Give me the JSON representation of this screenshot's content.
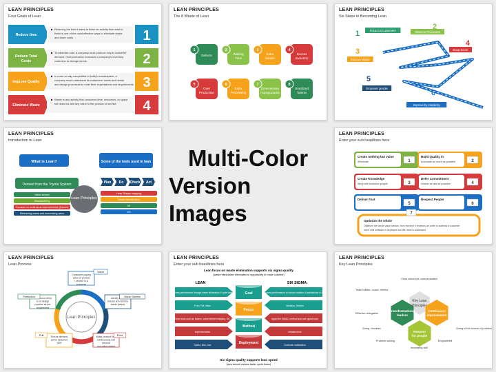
{
  "center": {
    "line1": "Multi-Color",
    "line2": "Version Images"
  },
  "slides": [
    {
      "title": "LEAN PRINCIPLES",
      "subtitle": "Four Goals of Lean",
      "rows": [
        {
          "label": "Reduce time",
          "num": "1",
          "color": "#1a92c4",
          "text1": "Reducing the time it takes to finish an activity from start to",
          "text2": "finish is one of the most effective ways to eliminate waste",
          "text3": "and lower costs."
        },
        {
          "label": "Reduce Total Costs",
          "num": "2",
          "color": "#7cb342",
          "text1": "To minimize cost, a company must produce only to customer",
          "text2": "demand. Overproduction increases a company's inventory",
          "text3": "costs due to storage needs."
        },
        {
          "label": "Improve Quality",
          "num": "3",
          "color": "#f7a21b",
          "text1": "In order to stay competitive in today's marketplace, a",
          "text2": "company must understand its customers' wants and needs",
          "text3": "and design processes to meet their expectations and requirements."
        },
        {
          "label": "Eliminate Waste",
          "num": "4",
          "color": "#d63a3a",
          "text1": "Waste is any activity that consumes time, resources, or space",
          "text2": "but does not add any value to the product or service.",
          "text3": ""
        }
      ]
    },
    {
      "title": "LEAN PRINCIPLES",
      "subtitle": "The 8 Waste of Lean",
      "items": [
        {
          "num": "1",
          "label": "Defects",
          "color": "#2e8b57",
          "icon": "defect-icon"
        },
        {
          "num": "2",
          "label": "Waiting Time",
          "color": "#8bc34a",
          "icon": "clock-icon"
        },
        {
          "num": "3",
          "label": "Extra Motion",
          "color": "#f7a21b",
          "icon": "motion-icon"
        },
        {
          "num": "4",
          "label": "Excess Inventory",
          "color": "#d63a3a",
          "icon": "inventory-icon"
        },
        {
          "num": "5",
          "label": "Over Production",
          "color": "#d63a3a",
          "icon": "factory-icon"
        },
        {
          "num": "6",
          "label": "Extra Processing",
          "color": "#f7a21b",
          "icon": "process-icon"
        },
        {
          "num": "7",
          "label": "Unnecessary Transportation",
          "color": "#8bc34a",
          "icon": "truck-icon"
        },
        {
          "num": "8",
          "label": "Unutilized Talents",
          "color": "#2e8b57",
          "icon": "talent-icon"
        }
      ]
    },
    {
      "title": "LEAN PRINCIPLES",
      "subtitle": "Six Steps to Becoming Lean",
      "steps": [
        {
          "num": "1",
          "label": "Focus on customers",
          "color": "#2e9e6e"
        },
        {
          "num": "2",
          "label": "Observe Processes",
          "color": "#8bc34a"
        },
        {
          "num": "3",
          "label": "Remove Waste",
          "color": "#f7a21b"
        },
        {
          "num": "4",
          "label": "Keep Score",
          "color": "#d63a3a"
        },
        {
          "num": "5",
          "label": "Empower people",
          "color": "#1f4e79"
        },
        {
          "num": "6",
          "label": "Improve by simplicity",
          "color": "#1a6fc4"
        }
      ]
    },
    {
      "title": "LEAN PRINCIPLES",
      "subtitle": "Introduction to Lean",
      "what": "What is Lean?",
      "tools": "Some of the tools used in lean",
      "derived": "Derived from the Toyota System",
      "center": "Lean Principles",
      "left_items": [
        "Value stream",
        "Standardizing",
        "Focuses on continuous improvements (Kaizen)",
        "Minimizing waste and maximizing value"
      ],
      "pdca": [
        "Plan",
        "Do",
        "Check",
        "Act"
      ],
      "right_items": [
        "Lean Stream mapping",
        "Waste identification",
        "5S",
        "KS"
      ]
    },
    {
      "title": "LEAN PRINCIPLES",
      "subtitle": "Enter your sub headlines here",
      "boxes": [
        {
          "num": "1",
          "head": "Create nothing but value",
          "text": "/Eliminate",
          "color": "#7cb342"
        },
        {
          "num": "2",
          "head": "Build Quality in",
          "text": "Automate as much as possible",
          "color": "#f7a21b"
        },
        {
          "num": "3",
          "head": "Create Knowledge",
          "text": "Work with business people",
          "color": "#d63a3a"
        },
        {
          "num": "4",
          "head": "Defer Commitment",
          "text": "Decide as late as possible",
          "color": "#d63a3a"
        },
        {
          "num": "5",
          "head": "Deliver Fast",
          "text": "",
          "color": "#1a6fc4"
        },
        {
          "num": "6",
          "head": "Respect People",
          "text": "",
          "color": "#1a6fc4"
        },
        {
          "num": "7",
          "head": "Optimize the whole",
          "text": "Optimize the whole value stream, from the time it receives an order to address a customer need until software is deployed and the need is addressed",
          "color": "#f7a21b"
        }
      ]
    },
    {
      "title": "LEAN PRINCIPLES",
      "subtitle": "Lean Process",
      "center": "Lean Principles",
      "steps": [
        {
          "label": "Value",
          "color": "#1a6fc4",
          "text": "Consumer-paying value of product / service to a customer"
        },
        {
          "label": "Value Stream",
          "color": "#1f4e79",
          "text": "Identify value stream and remove waste (steps)"
        },
        {
          "label": "Flow",
          "color": "#d63a3a",
          "text": "Make product flow continuously and remove non-value-added activities"
        },
        {
          "label": "Pull",
          "color": "#f7a21b",
          "text": "Ensure demand pull is delivered \"pull\""
        },
        {
          "label": "Perfection",
          "color": "#2e8b57",
          "text": "Continuous effort to re-design process as per requirement (Kaizen)"
        }
      ]
    },
    {
      "title": "LEAN PRINCIPLES",
      "subtitle": "Enter your sub headlines here",
      "top": "Lean focus on waste elimination supports six sigma quality",
      "top2": "(waste elimination eliminates or opportunity to make a defect)",
      "lean": "LEAN",
      "six": "SIX SIGMA",
      "cylinder": [
        "Goal",
        "Focus",
        "Method",
        "Deployment"
      ],
      "left": [
        "Improve process performance through waste elimination & cycle time reduction",
        "Flow, Pull, Value",
        "Implement lean tools such as Kaizen, value stream mapping, 5S, TPM, etc.",
        "Implementation",
        "Speed, flow, cost"
      ],
      "right": [
        "Improve process performance to reduce variation & satisfaction of the customer",
        "Variation, Defects",
        "Apply the DMAIC method and use sigma tools",
        "Infrastructure",
        "Customer satisfaction"
      ],
      "bottom": "Six sigma quality supports lean speed",
      "bottom2": "(less rework means faster cycle times)"
    },
    {
      "title": "LEAN PRINCIPLES",
      "subtitle": "Key Lean Principles",
      "center": "Key Lean Principles",
      "hexes": [
        {
          "label": "Transformational leaders",
          "color": "#2e8b57"
        },
        {
          "label": "Continuous improvement",
          "color": "#f7a21b"
        },
        {
          "label": "Respect for people",
          "color": "#a6c535"
        }
      ],
      "notes": [
        "Clear vision set, communicated",
        "Team builder, coach, mentor",
        "Effective delegation",
        "Going, visualize",
        "Problem solving",
        "Increasing skill",
        "Empowered",
        "Going to the source of problems"
      ]
    }
  ]
}
